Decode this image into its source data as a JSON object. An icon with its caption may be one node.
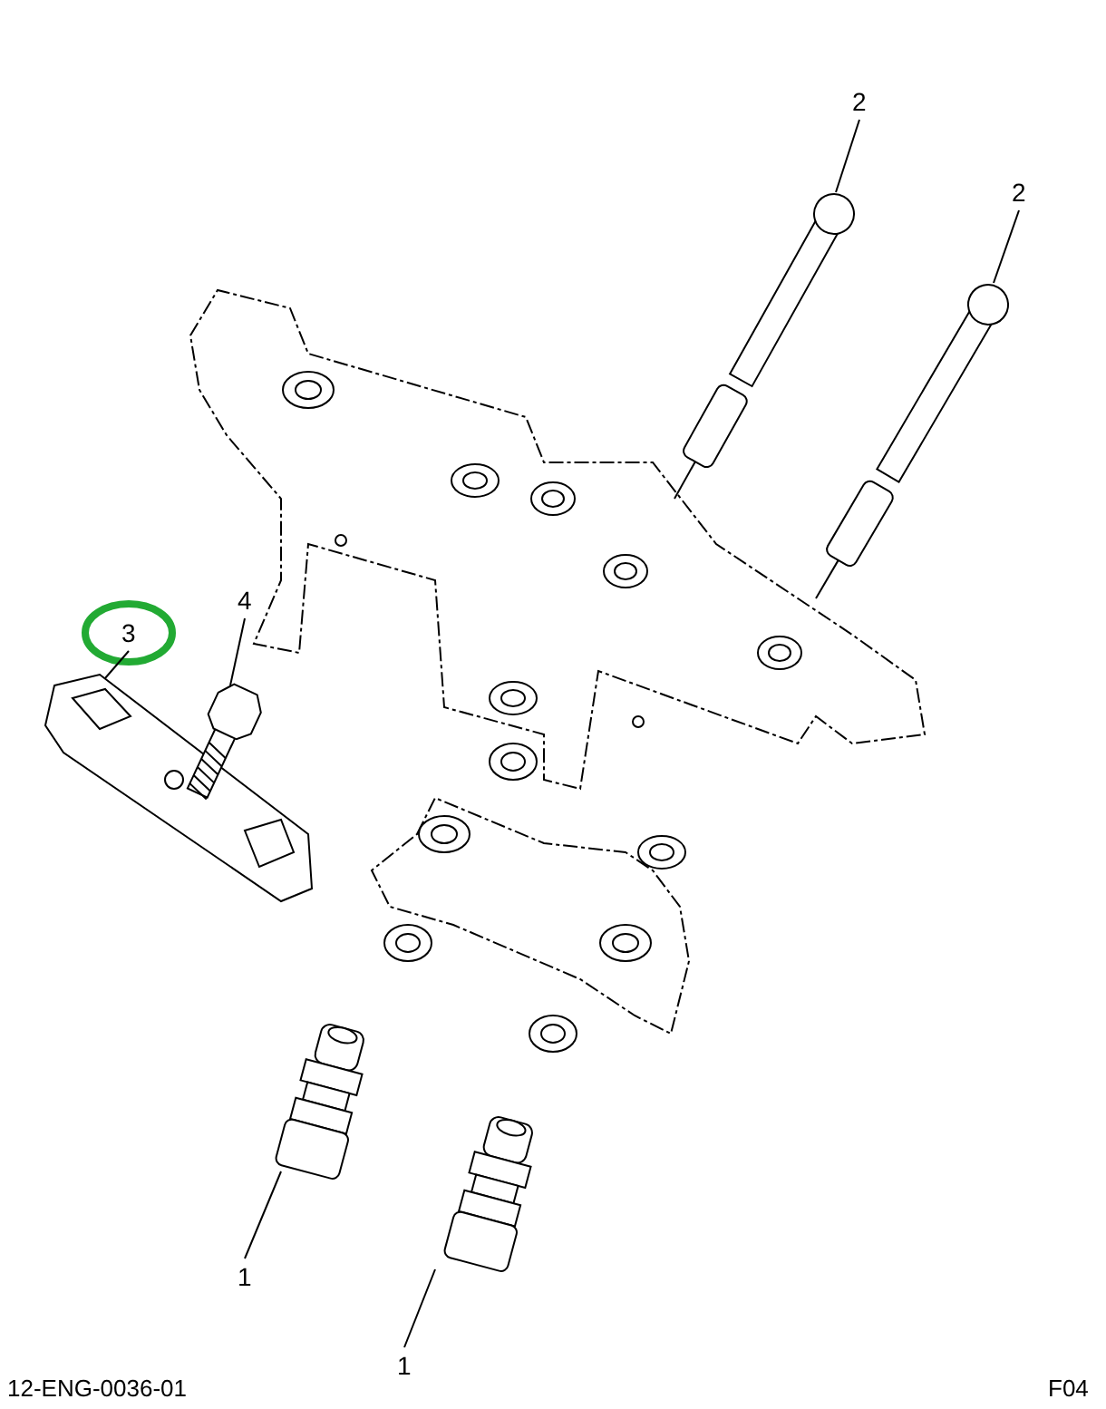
{
  "diagram": {
    "nodes": [
      {
        "text": [
          "2"
        ]
      },
      {
        "text": [],
        "shape": "picture"
      },
      {
        "text": [
          "2"
        ]
      },
      {
        "text": [],
        "shape": "picture"
      },
      {
        "text": [
          "4"
        ]
      },
      {
        "text": [],
        "shape": "picture"
      },
      {
        "text": [
          "3"
        ]
      },
      {
        "text": [],
        "shape": "picture"
      },
      {
        "text": [
          "1"
        ]
      },
      {
        "text": [],
        "shape": "picture"
      },
      {
        "text": [
          "1"
        ]
      },
      {
        "text": [],
        "shape": "picture"
      }
    ],
    "edges": [
      {
        "from": 0,
        "to": 1,
        "arrow": "none"
      },
      {
        "from": 2,
        "to": 3,
        "arrow": "none"
      },
      {
        "from": 4,
        "to": 5,
        "arrow": "none"
      },
      {
        "from": 6,
        "to": 7,
        "arrow": "none"
      },
      {
        "from": 8,
        "to": 9,
        "arrow": "none"
      },
      {
        "from": 10,
        "to": 11,
        "arrow": "none"
      }
    ],
    "labels": [
      "12-ENG-0036-01",
      "F04"
    ]
  }
}
